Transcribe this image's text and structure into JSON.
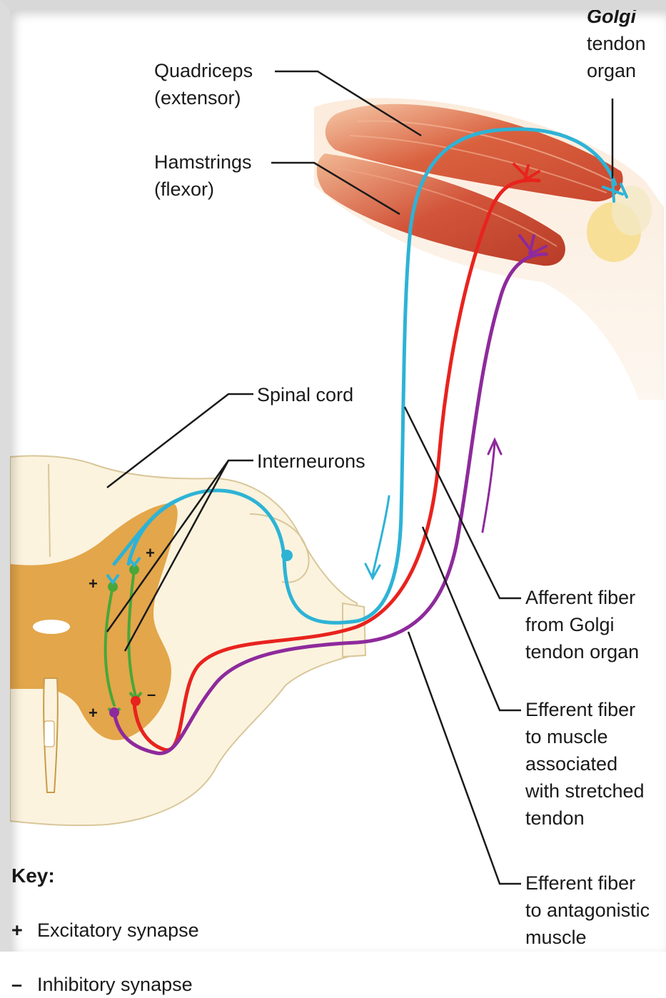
{
  "labels": {
    "golgi_title": "Golgi",
    "golgi_sub": "tendon\norgan",
    "quadriceps": "Quadriceps\n(extensor)",
    "hamstrings": "Hamstrings\n(flexor)",
    "spinal_cord": "Spinal cord",
    "interneurons": "Interneurons",
    "afferent": "Afferent fiber\nfrom Golgi\ntendon organ",
    "efferent_stretched": "Efferent fiber\nto muscle\nassociated\nwith stretched\ntendon",
    "efferent_antagonistic": "Efferent fiber\nto antagonistic\nmuscle"
  },
  "synapse_signs": {
    "plus": "+",
    "minus": "–"
  },
  "key": {
    "title": "Key:",
    "items": [
      {
        "symbol": "+",
        "text": "Excitatory synapse"
      },
      {
        "symbol": "–",
        "text": "Inhibitory synapse"
      }
    ]
  },
  "colors": {
    "afferent": "#2db3d6",
    "efferent_excitatory": "#e8231e",
    "efferent_antagonist": "#8e2a9c",
    "interneuron": "#4aa63a",
    "muscle": "#d85b3c",
    "gray_matter": "#e3a64a",
    "white_matter": "#fbf3de"
  }
}
